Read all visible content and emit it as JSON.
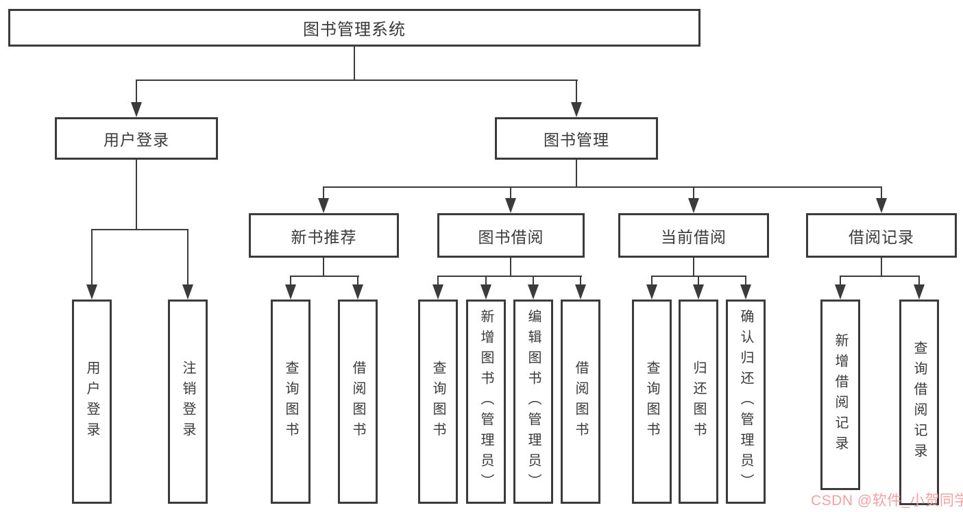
{
  "diagram_title": "图书管理系统",
  "nodes": {
    "root": {
      "label": "图书管理系统"
    },
    "userLogin": {
      "label": "用户登录"
    },
    "bookMgmt": {
      "label": "图书管理"
    },
    "newBookRec": {
      "label": "新书推荐"
    },
    "bookBorrow": {
      "label": "图书借阅"
    },
    "currentBorrow": {
      "label": "当前借阅"
    },
    "borrowRecord": {
      "label": "借阅记录"
    },
    "leafUserLogin": {
      "label": "用户登录"
    },
    "leafLogout": {
      "label": "注销登录"
    },
    "leafQueryBook1": {
      "label": "查询图书"
    },
    "leafBorrowBook1": {
      "label": "借阅图书"
    },
    "leafQueryBook2": {
      "label": "查询图书"
    },
    "leafAddBook": {
      "label": "新增图书（管理员）"
    },
    "leafEditBook": {
      "label": "编辑图书（管理员）"
    },
    "leafBorrowBook2": {
      "label": "借阅图书"
    },
    "leafQueryBook3": {
      "label": "查询图书"
    },
    "leafReturnBook": {
      "label": "归还图书"
    },
    "leafConfirmReturn": {
      "label": "确认归还（管理员）"
    },
    "leafAddBorrowRecord": {
      "label": "新增借阅记录"
    },
    "leafQueryBorrowRecord": {
      "label": "查询借阅记录"
    }
  },
  "structure": {
    "root": [
      "userLogin",
      "bookMgmt"
    ],
    "userLogin": [
      "leafUserLogin",
      "leafLogout"
    ],
    "bookMgmt": [
      "newBookRec",
      "bookBorrow",
      "currentBorrow",
      "borrowRecord"
    ],
    "newBookRec": [
      "leafQueryBook1",
      "leafBorrowBook1"
    ],
    "bookBorrow": [
      "leafQueryBook2",
      "leafAddBook",
      "leafEditBook",
      "leafBorrowBook2"
    ],
    "currentBorrow": [
      "leafQueryBook3",
      "leafReturnBook",
      "leafConfirmReturn"
    ],
    "borrowRecord": [
      "leafAddBorrowRecord",
      "leafQueryBorrowRecord"
    ]
  },
  "watermark": {
    "text": "CSDN @软件_小贺同学",
    "color": "#f2a2a2"
  },
  "colors": {
    "line": "#3b3b3b",
    "text": "#3a3a3a",
    "background": "#ffffff"
  }
}
